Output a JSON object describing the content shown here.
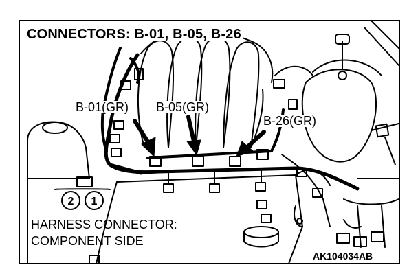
{
  "diagram": {
    "title": "CONNECTORS: B-01, B-05, B-26",
    "callouts": [
      "B-01(GR)",
      "B-05(GR)",
      "B-26(GR)"
    ],
    "connector_pins": [
      "2",
      "1"
    ],
    "caption_line1": "HARNESS CONNECTOR:",
    "caption_line2": "COMPONENT SIDE",
    "figure_code": "AK104034AB"
  }
}
